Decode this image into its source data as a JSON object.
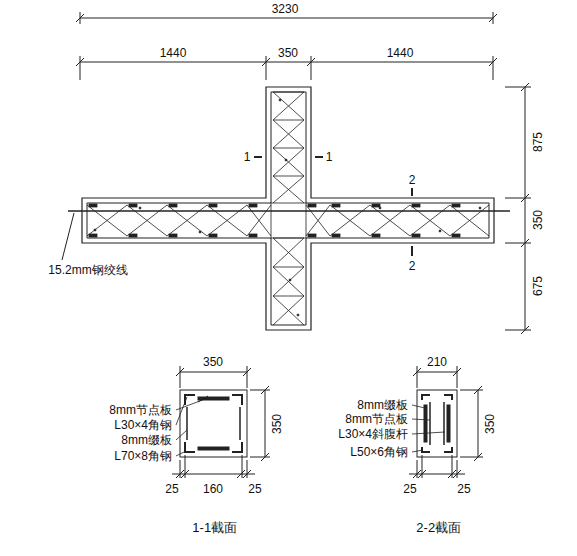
{
  "diagram": {
    "labels": [
      "3230",
      "1440",
      "350",
      "1440",
      "875",
      "350",
      "675",
      "15.2mm钢绞线",
      "1",
      "1",
      "2",
      "2",
      "350",
      "8mm节点板",
      "L30×4角钢",
      "8mm缀板",
      "L70×8角钢",
      "350",
      "25",
      "160",
      "25",
      "1-1截面",
      "210",
      "8mm缀板",
      "8mm节点板",
      "L30×4斜腹杆",
      "L50×6角钢",
      "350",
      "25",
      "25",
      "2-2截面"
    ]
  }
}
